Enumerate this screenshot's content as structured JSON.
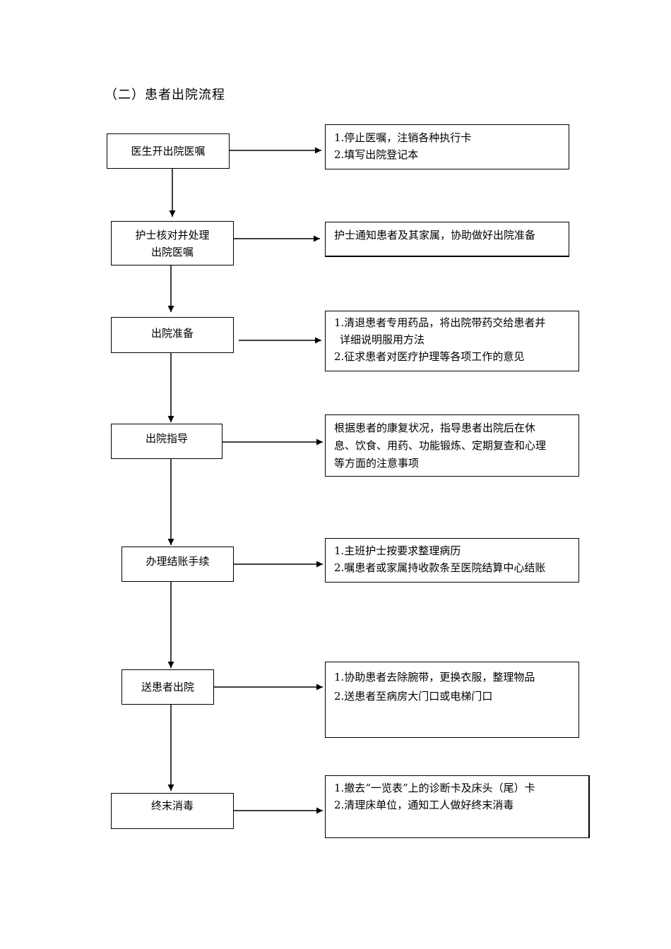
{
  "title": "（二）患者出院流程",
  "steps": [
    {
      "label": "医生开出院医嘱"
    },
    {
      "label": "护士核对并处理\n出院医嘱"
    },
    {
      "label": "出院准备"
    },
    {
      "label": "出院指导"
    },
    {
      "label": "办理结账手续"
    },
    {
      "label": "送患者出院"
    },
    {
      "label": "终末消毒"
    }
  ],
  "notes": [
    {
      "lines": [
        "1.停止医嘱，注销各种执行卡",
        "2.填写出院登记本"
      ]
    },
    {
      "lines": [
        "护士通知患者及其家属，协助做好出院准备"
      ]
    },
    {
      "lines": [
        "1.清退患者专用药品，将出院带药交给患者并",
        "详细说明服用方法",
        "2.征求患者对医疗护理等各项工作的意见"
      ]
    },
    {
      "lines": [
        "根据患者的康复状况，指导患者出院后在休",
        "息、饮食、用药、功能锻炼、定期复查和心理",
        "等方面的注意事项"
      ]
    },
    {
      "lines": [
        "1.主班护士按要求整理病历",
        "2.嘱患者或家属持收款条至医院结算中心结账"
      ]
    },
    {
      "lines": [
        "1.协助患者去除腕带，更换衣服，整理物品",
        "2.送患者至病房大门口或电梯门口"
      ]
    },
    {
      "lines": [
        "1.撤去“一览表”上的诊断卡及床头（尾）卡",
        "2.清理床单位，通知工人做好终末消毒"
      ]
    }
  ]
}
